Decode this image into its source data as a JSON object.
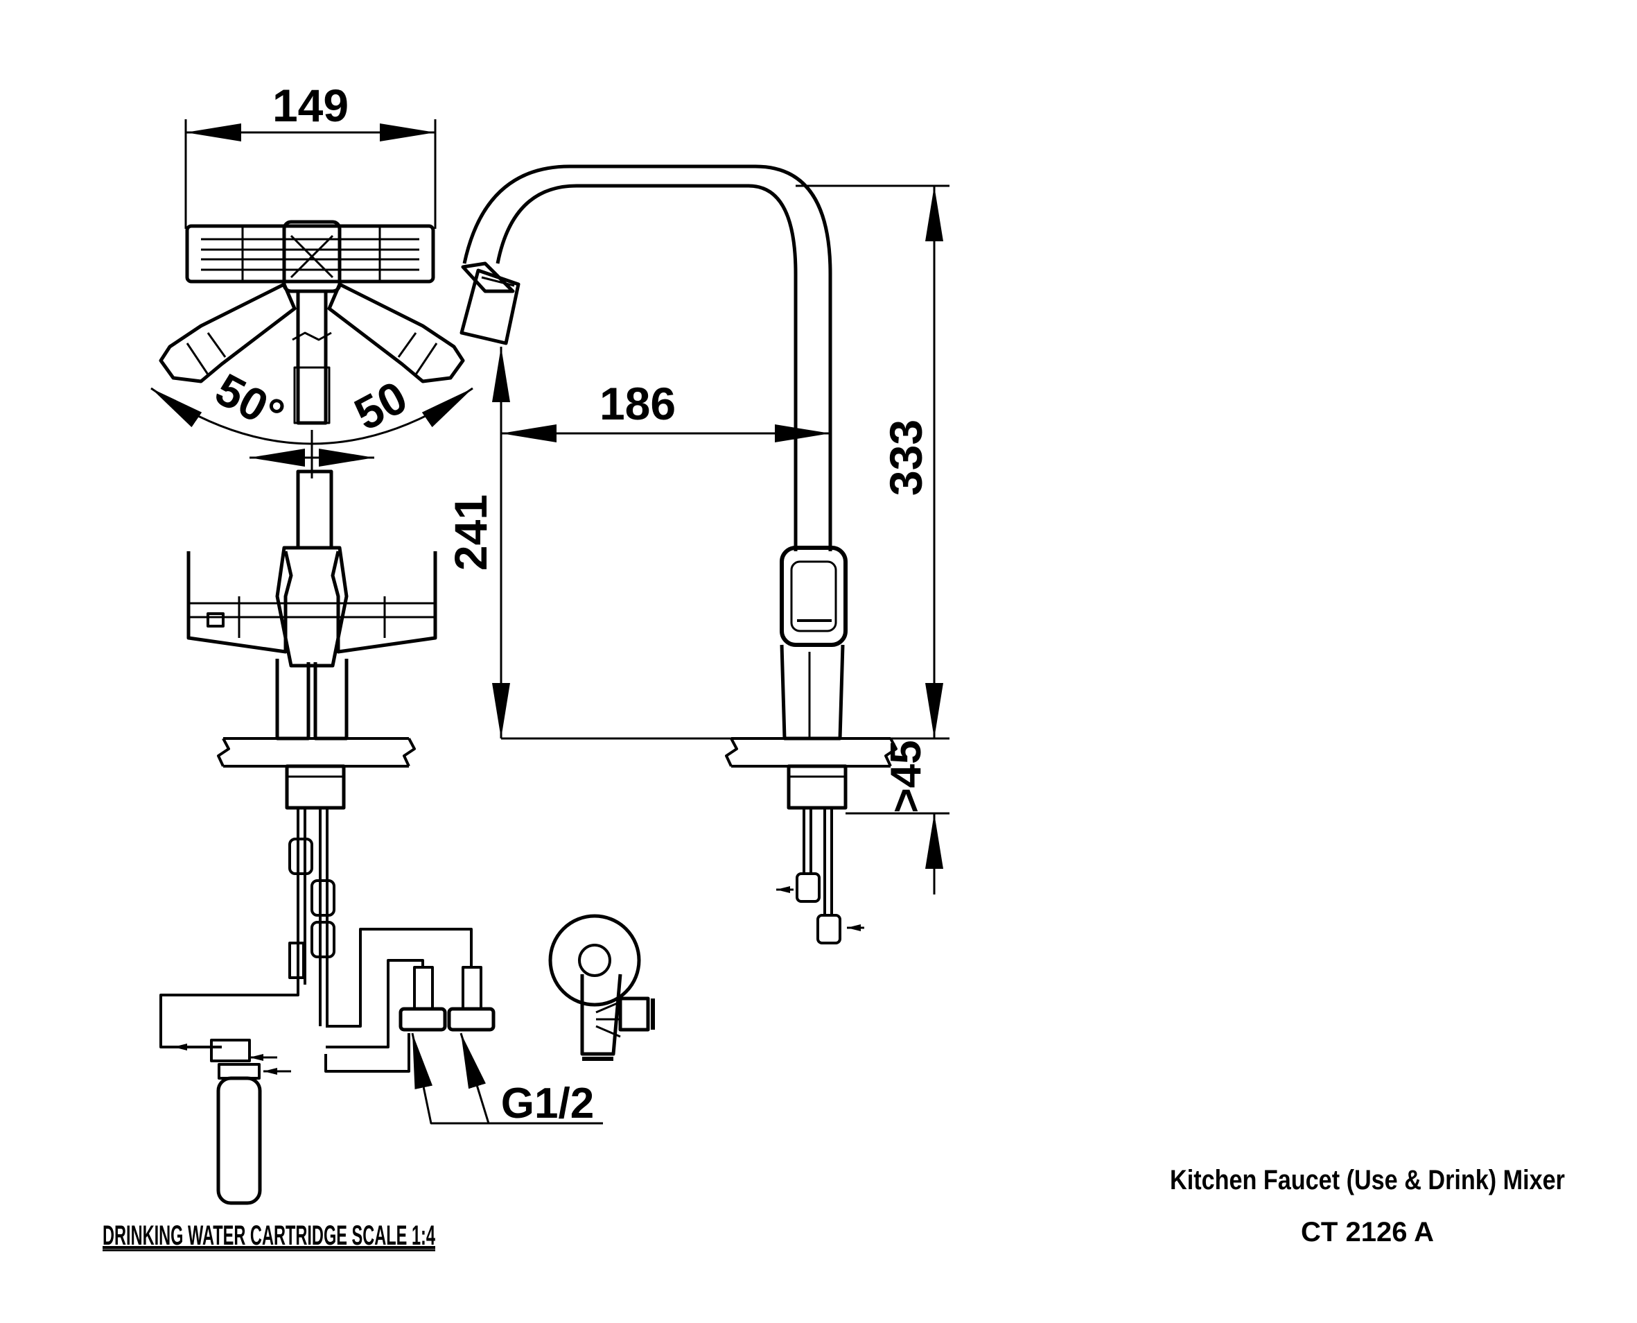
{
  "dimensions": {
    "top_width": "149",
    "angle_left": "50°",
    "angle_right": "50",
    "reach": "186",
    "height_total": "333",
    "height_spout": "241",
    "deck_thickness": ">45",
    "thread": "G1/2"
  },
  "labels": {
    "cartridge_note": "DRINKING WATER CARTRIDGE SCALE 1:4",
    "product_name": "Kitchen Faucet (Use & Drink) Mixer",
    "model": "CT 2126 A"
  },
  "colors": {
    "line": "#000000",
    "background": "#ffffff"
  }
}
